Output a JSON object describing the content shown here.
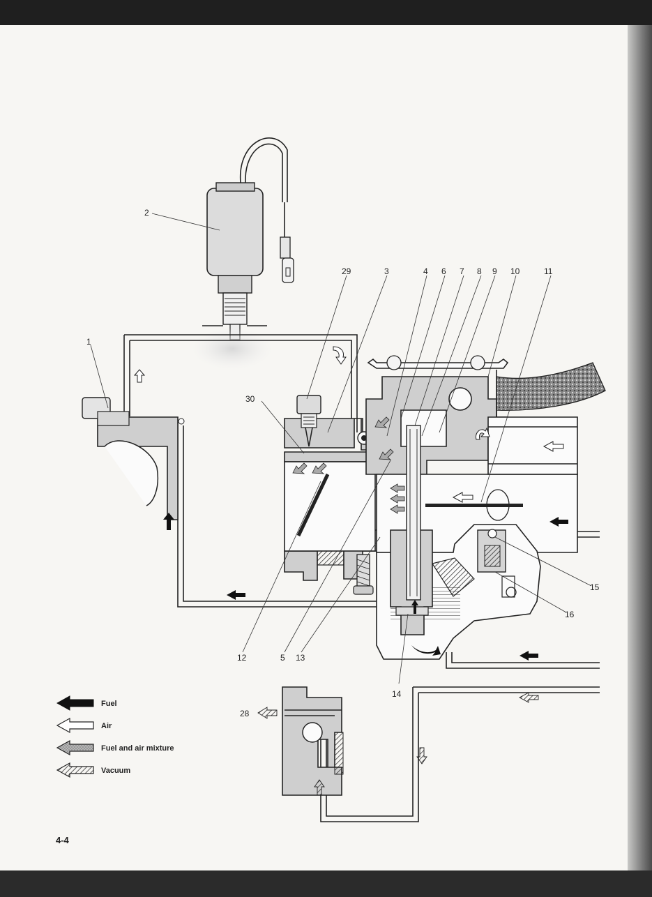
{
  "figure": {
    "page_number": "4-4",
    "callouts": [
      "1",
      "2",
      "3",
      "4",
      "5",
      "6",
      "7",
      "8",
      "9",
      "10",
      "11",
      "12",
      "13",
      "14",
      "15",
      "16",
      "28",
      "29",
      "30"
    ]
  },
  "legend": {
    "items": [
      {
        "label": "Fuel",
        "icon": "solid-black-arrow-icon",
        "color": "#1a1a1a"
      },
      {
        "label": "Air",
        "icon": "outline-white-arrow-icon",
        "color": "#ffffff"
      },
      {
        "label": "Fuel and air mixture",
        "icon": "gray-stippled-arrow-icon",
        "color": "#9a9a9a"
      },
      {
        "label": "Vacuum",
        "icon": "hatched-arrow-icon",
        "color": "#777777"
      }
    ]
  },
  "colors": {
    "page": "#f7f6f3",
    "body_gray": "#cfcfcf",
    "ink": "#222222",
    "background": "#1f1f1f"
  }
}
